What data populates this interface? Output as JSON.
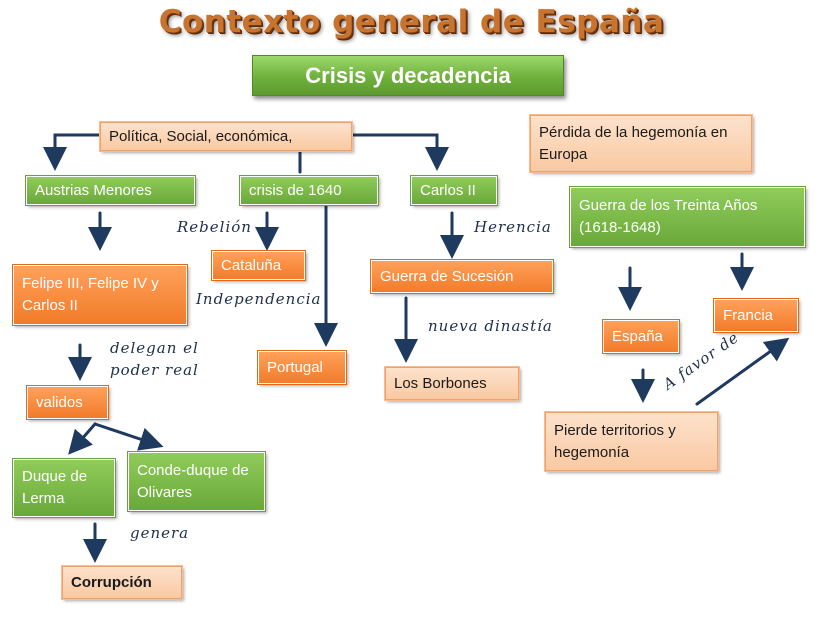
{
  "title": "Contexto general de España",
  "subtitle": "Crisis y decadencia",
  "nodes": {
    "politica": "Política, Social, económica,",
    "perdida": "Pérdida de la hegemonía en Europa",
    "austrias": "Austrias Menores",
    "crisis1640": "crisis  de 1640",
    "carlos2": "Carlos II",
    "guerra30": "Guerra de los Treinta Años (1618-1648)",
    "cataluna": "Cataluña",
    "portugal": "Portugal",
    "felipe": "Felipe III, Felipe IV y Carlos II",
    "sucesion": "Guerra de Sucesión",
    "borbones": "Los Borbones",
    "espana": "España",
    "francia": "Francia",
    "validos": "validos",
    "pierde": "Pierde territorios y hegemonía",
    "lerma": "Duque de Lerma",
    "olivares": "Conde-duque de Olivares",
    "corrupcion": "Corrupción"
  },
  "labels": {
    "rebelion": "Rebelión",
    "herencia": "Herencia",
    "independencia": "Independencia",
    "nueva_dinastia": "nueva dinastía",
    "delegan": "delegan el poder real",
    "a_favor": "A favor de",
    "genera": "genera"
  },
  "colors": {
    "green": "#7bbf4b",
    "orange": "#f58a3a",
    "peach": "#fbd3b3",
    "arrow": "#1f3a5f",
    "title": "#c9742e"
  }
}
